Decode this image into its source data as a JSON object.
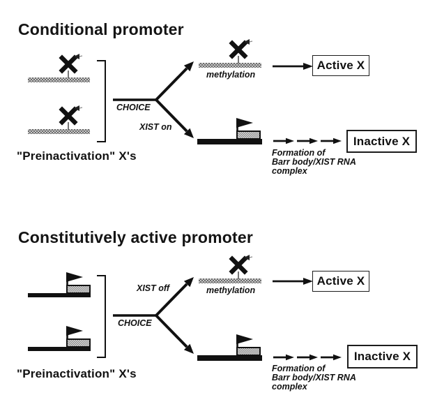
{
  "figure": {
    "sections": {
      "conditional": {
        "title": "Conditional promoter",
        "preinactivation_label": "\"Preinactivation\" X's",
        "choice_label": "CHOICE",
        "xist_label": "XIST on",
        "methylation_label": "methylation",
        "active_label": "Active X",
        "inactive_label": "Inactive X",
        "formation_line1": "Formation of",
        "formation_line2": "Barr body/XIST RNA",
        "formation_line3": "complex"
      },
      "constitutive": {
        "title": "Constitutively active promoter",
        "preinactivation_label": "\"Preinactivation\" X's",
        "choice_label": "CHOICE",
        "xist_label": "XIST off",
        "methylation_label": "methylation",
        "active_label": "Active X",
        "inactive_label": "Inactive X",
        "formation_line1": "Formation of",
        "formation_line2": "Barr body/XIST RNA",
        "formation_line3": "complex"
      }
    },
    "icons": {
      "crossed_promoter": "x-mark-with-crossed-arrow",
      "promoter_arrow": "bent-right-promoter-arrow",
      "choice_fork": "two-branch-fork-arrows",
      "progression": "triple-dashed-arrow"
    },
    "colors": {
      "ink": "#111111",
      "stipple_dark": "#6b6b6b",
      "stipple_light": "#c9c9c9",
      "box_border": "#1c1c1c",
      "background": "#ffffff"
    }
  }
}
